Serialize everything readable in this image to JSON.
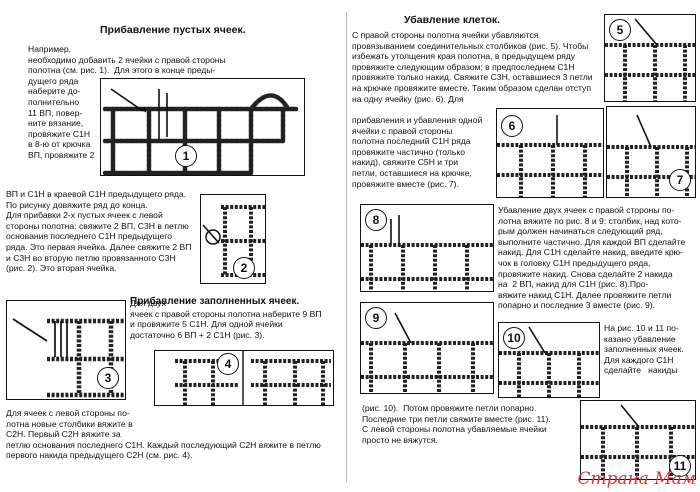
{
  "left": {
    "title1": "Прибавление пустых ячеек.",
    "p1": "Например,\nнеобходимо добавить 2 ячейки с правой стороны\nполотна (см. рис. 1).  Для этого в конце преды-\nдущего ряда\nнаберите до-\nполнительно\n11 ВП, повер-\nните вязание,\nпровяжите С1Н\nв 8-ю от крючка\nВП, провяжите 2",
    "p2": "ВП и С1Н в краевой С1Н предыдущего ряда.\nПо рисунку довяжите ряд до конца.\nДля прибавки 2-х пустых ячеек с левой\nстороны полотна: свяжите 2 ВП, С3Н в петлю\nоснования последнего С1Н предыдущего\nряда. Это первая ячейка. Далее свяжите 2 ВП\nи С3Н во вторую петлю провязанного С3Н\n(рис. 2). Это вторая ячейка.",
    "title2": "Прибавление заполненных ячеек.",
    "p3": "Для двух\nячеек с правой стороны полотна наберите 9 ВП\nи провяжите 5 С1Н. Для одной ячейки\nдостаточно 6 ВП + 2 С1Н (рис. 3).",
    "p4": "Для ячеек с левой стороны по-\nлотна новые столбики вяжите в\nС2Н. Первый С2Н вяжите за\nпетлю основания последнего С1Н. Каждый последующий С2Н вяжите в петлю\nпервого накида предыдущего С2Н (см. рис. 4)."
  },
  "right": {
    "title": "Убавление клеток.",
    "p1": "С правой стороны полотна ячейки убавляются\nпровязыванием соединительных столбиков (рис. 5). Чтобы\nизбежать утолщения края полотна, в предыдущем ряду\nпровяжите следующим образом: в предпоследнем С1Н\nпровяжите только накид. Свяжите С3Н, оставшиеся 3 петли\nна крючке провяжите вместе. Таким образом сделан отступ\nна одну ячейку (рис. 6). Для",
    "p2": "прибавления и убавления одной\nячейки с правой стороны\nполотна последний С1Н ряда\nпровяжите частично (только\nнакид), свяжите С5Н и три\nпетли, оставшиеся на крючке,\nпровяжите вместе (рис. 7).",
    "p3": "Убавление двух ячеек с правой стороны по-\nлотна вяжите по рис. 8 и 9: столбик, над кото-\nрым должен начинаться следующий ряд,\nвыполните частично. Для каждой ВП сделайте\nнакид. Для С1Н сделайте накид, введите крю-\nчок в головку С1Н предыдущего ряда,\nпровяжите накид. Снова сделайте 2 накида\nна  2 ВП, накид для С1Н (рис. 8).Про-\nвяжите накид С1Н. Далее провяжите петли\nпопарно и последние 3 вместе (рис. 9).",
    "p4": "На рис. 10 и 11 по-\nказано убавление\nзаполненных ячеек.\nДля каждого С1Н\nсделайте   накиды",
    "p5": "(рис. 10).  Потом провяжите петли попарно.\nПоследние три петли свяжите вместе (рис. 11).\nС левой стороны полотна убавляемые ячейки\nпросто не вяжутся."
  },
  "figures": [
    "1",
    "2",
    "3",
    "4",
    "5",
    "6",
    "7",
    "8",
    "9",
    "10",
    "11"
  ],
  "watermark": "Страна Мам"
}
